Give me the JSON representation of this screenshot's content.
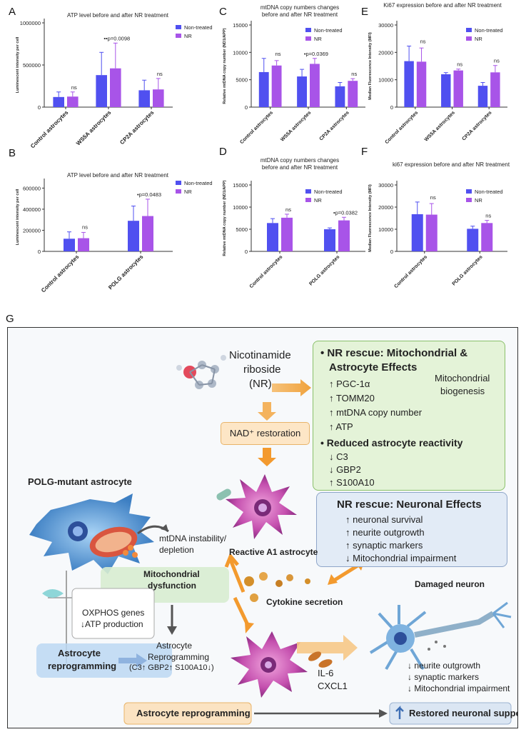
{
  "panel_letters": {
    "A": "A",
    "B": "B",
    "C": "C",
    "D": "D",
    "E": "E",
    "F": "F",
    "G": "G"
  },
  "colors": {
    "non_treated": "#5050f0",
    "nr": "#a854e8",
    "error": "#777777"
  },
  "chart_data": [
    {
      "id": "A",
      "type": "bar",
      "title": "ATP level before and after NR treatment",
      "ylabel": "Luminescent intensity per cell",
      "categories": [
        "Control astrocytes",
        "WS5A astrocytes",
        "CP2A astrocytes"
      ],
      "yticks": [
        "0",
        "500000",
        "1000000"
      ],
      "ylim": [
        0,
        1000000
      ],
      "series": [
        {
          "name": "Non-treated",
          "values": [
            120000,
            380000,
            200000
          ],
          "errors": [
            60000,
            270000,
            120000
          ]
        },
        {
          "name": "NR",
          "values": [
            125000,
            460000,
            210000
          ],
          "errors": [
            55000,
            300000,
            130000
          ]
        }
      ],
      "legend": [
        "Non-treated",
        "NR"
      ],
      "annotations": [
        "ns",
        "••p=0.0098",
        "ns"
      ]
    },
    {
      "id": "B",
      "type": "bar",
      "title": "ATP level before and after NR treatment",
      "ylabel": "Luminescent intensity per cell",
      "categories": [
        "Control astrocytes",
        "POLG astrocytes"
      ],
      "yticks": [
        "0",
        "200000",
        "400000",
        "600000"
      ],
      "ylim": [
        0,
        650000
      ],
      "series": [
        {
          "name": "Non-treated",
          "values": [
            120000,
            290000
          ],
          "errors": [
            65000,
            140000
          ]
        },
        {
          "name": "NR",
          "values": [
            125000,
            335000
          ],
          "errors": [
            55000,
            160000
          ]
        }
      ],
      "legend": [
        "Non-treated",
        "NR"
      ],
      "annotations": [
        "ns",
        "•p=0.0483"
      ]
    },
    {
      "id": "C",
      "type": "bar",
      "title": "mtDNA copy numbers changes before and after NR treatment",
      "ylabel": "Relative mtDNA copy number (ND1/APP)",
      "categories": [
        "Control astrocytes",
        "WS5A astrocytes",
        "CP2A astrocytes"
      ],
      "yticks": [
        "0",
        "5000",
        "10000",
        "15000"
      ],
      "ylim": [
        0,
        15000
      ],
      "series": [
        {
          "name": "Non-treated",
          "values": [
            6400,
            5600,
            3800
          ],
          "errors": [
            2500,
            1300,
            700
          ]
        },
        {
          "name": "NR",
          "values": [
            7600,
            7900,
            4800
          ],
          "errors": [
            900,
            1000,
            400
          ]
        }
      ],
      "legend": [
        "Non-treated",
        "NR"
      ],
      "annotations": [
        "ns",
        "•p=0.0369",
        "ns"
      ]
    },
    {
      "id": "D",
      "type": "bar",
      "title": "mtDNA copy numbers changes before and after NR treatment",
      "ylabel": "Relative mtDNA copy number (ND1/APP)",
      "categories": [
        "Control astrocytes",
        "POLG astrocytes"
      ],
      "yticks": [
        "0",
        "5000",
        "10000",
        "15000"
      ],
      "ylim": [
        0,
        15000
      ],
      "series": [
        {
          "name": "Non-treated",
          "values": [
            6400,
            5000
          ],
          "errors": [
            1000,
            300
          ]
        },
        {
          "name": "NR",
          "values": [
            7600,
            7000
          ],
          "errors": [
            800,
            700
          ]
        }
      ],
      "legend": [
        "Non-treated",
        "NR"
      ],
      "annotations": [
        "ns",
        "•p=0.0382"
      ]
    },
    {
      "id": "E",
      "type": "bar",
      "title": "Ki67 expression before and after NR treatment",
      "ylabel": "Median Fluorescence Intensity (MFI)",
      "categories": [
        "Control astrocytes",
        "WS5A astrocytes",
        "CP2A astrocytes"
      ],
      "yticks": [
        "0",
        "10000",
        "20000",
        "30000"
      ],
      "ylim": [
        0,
        30000
      ],
      "series": [
        {
          "name": "Non-treated",
          "values": [
            16800,
            12000,
            7800
          ],
          "errors": [
            5500,
            600,
            1200
          ]
        },
        {
          "name": "NR",
          "values": [
            16600,
            13400,
            12700
          ],
          "errors": [
            5000,
            500,
            2500
          ]
        }
      ],
      "legend": [
        "Non-treated",
        "NR"
      ],
      "annotations": [
        "ns",
        "ns",
        "ns"
      ]
    },
    {
      "id": "F",
      "type": "bar",
      "title": "ki67 expression before and after NR treatment",
      "ylabel": "Median Fluorescence Intensity (MFI)",
      "categories": [
        "Control astrocytes",
        "POLG astrocytes"
      ],
      "yticks": [
        "0",
        "10000",
        "20000",
        "30000"
      ],
      "ylim": [
        0,
        30000
      ],
      "series": [
        {
          "name": "Non-treated",
          "values": [
            16800,
            10200
          ],
          "errors": [
            5500,
            1200
          ]
        },
        {
          "name": "NR",
          "values": [
            16600,
            12800
          ],
          "errors": [
            5000,
            1200
          ]
        }
      ],
      "legend": [
        "Non-treated",
        "NR"
      ],
      "annotations": [
        "ns",
        "ns"
      ]
    }
  ],
  "diagram": {
    "nr_label": "Nicotinamide riboside (NR)",
    "nr_line1": "Nicotinamide",
    "nr_line2": "riboside",
    "nr_line3": "(NR)",
    "nad": "NAD⁺ restoration",
    "green_box": {
      "title1": "• NR rescue: Mitochondrial &",
      "title2": "Astrocyte Effects",
      "items": [
        "↑ PGC-1α",
        "↑ TOMM20",
        "↑ mtDNA copy number",
        "↑ ATP"
      ],
      "biogenesis1": "Mitochondrial",
      "biogenesis2": "biogenesis",
      "reactivity_title": "• Reduced astrocyte reactivity",
      "reactivity_items": [
        "↓ C3",
        "↓ GBP2",
        "↑ S100A10"
      ]
    },
    "blue_box": {
      "title": "NR rescue: Neuronal Effects",
      "items": [
        "↑ neuronal survival",
        "↑ neurite outgrowth",
        "↑ synaptic markers",
        "↓ Mitochondrial impairment"
      ]
    },
    "polg": "POLG-mutant astrocyte",
    "mtdna1": "mtDNA instability/",
    "mtdna2": "depletion",
    "mitodys1": "Mitochondrial",
    "mitodys2": "dysfunction",
    "reactive": "Reactive A1 astrocyte",
    "cytokine": "Cytokine secretion",
    "damaged": "Damaged neuron",
    "oxphos1": "OXPHOS genes",
    "oxphos2": "↓ATP production",
    "reprog_left1": "Astrocyte",
    "reprog_left2": "reprogramming",
    "reprog_mid1": "Astrocyte",
    "reprog_mid2": "Reprogramming",
    "reprog_mid3": "(C3↑ GBP2↑ S100A10↓)",
    "il6": "IL-6",
    "cxcl1": "CXCL1",
    "neuron_items": [
      "↓ neurite outgrowth",
      "↓ synaptic markers",
      "↓ Mitochondrial impairment"
    ],
    "bottom_reprog": "Astrocyte reprogramming",
    "restored": "Restored neuronal support"
  }
}
